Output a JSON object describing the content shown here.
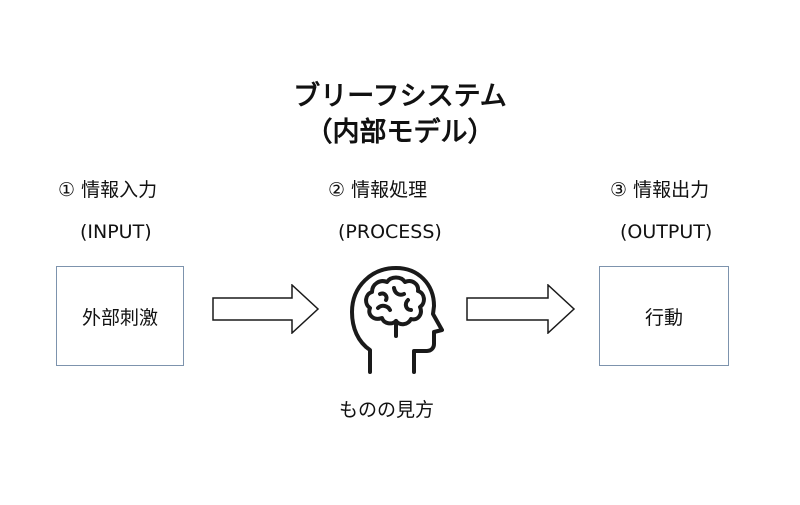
{
  "title": {
    "line1": "ブリーフシステム",
    "line2": "（内部モデル）"
  },
  "steps": [
    {
      "heading": "① 情報入力",
      "sub": "(INPUT)",
      "box": "外部刺激"
    },
    {
      "heading": "② 情報処理",
      "sub": "(PROCESS)",
      "caption": "ものの見方",
      "icon": "head-brain-icon"
    },
    {
      "heading": "③ 情報出力",
      "sub": "(OUTPUT)",
      "box": "行動"
    }
  ],
  "colors": {
    "box_border": "#7d93ad",
    "stroke": "#1a1a1a"
  }
}
